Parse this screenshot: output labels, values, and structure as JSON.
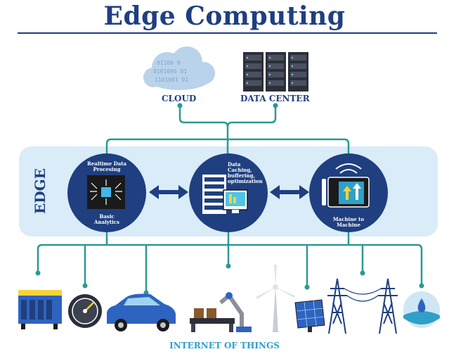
{
  "title": "Edge Computing",
  "top": {
    "cloud": "CLOUD",
    "data_center": "DATA CENTER"
  },
  "edge": {
    "label": "EDGE",
    "node1": {
      "top": "Realtime Data Procesing",
      "bottom": "Basic Analytics"
    },
    "node2": {
      "top": "Data Caching, buffering, optimization"
    },
    "node3": {
      "bottom": "Machine to Machine"
    }
  },
  "bottom": {
    "iot": "INTERNET OF THINGS"
  },
  "colors": {
    "title": "#1f3f80",
    "node": "#1f3f80",
    "band": "#d9ecf8",
    "connector": "#2a9a92",
    "iot": "#2fa0c8"
  },
  "icons": [
    "cloud-icon",
    "server-rack-icon",
    "chip-icon",
    "server-monitor-icon",
    "tablet-icon",
    "battery-block-icon",
    "speedometer-icon",
    "car-icon",
    "robot-arm-conveyor-icon",
    "wind-turbine-icon",
    "solar-panel-icon",
    "power-tower-icon",
    "water-drop-icon"
  ]
}
